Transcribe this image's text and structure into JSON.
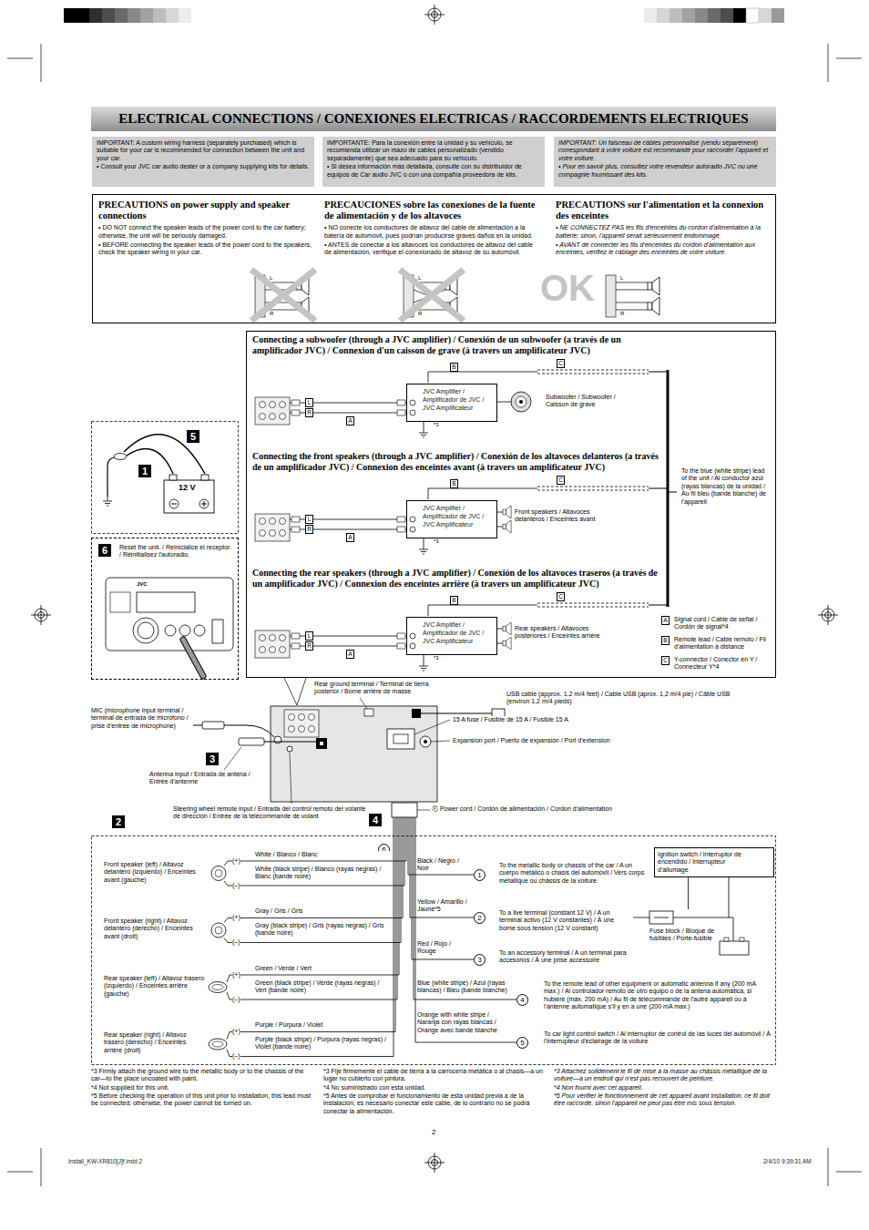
{
  "diagram": {
    "title": "ELECTRICAL CONNECTIONS / CONEXIONES ELECTRICAS / RACCORDEMENTS ELECTRIQUES",
    "nodes": [
      {
        "text": [
          "IMPORTANT: A custom wiring harness (separately purchased) which is suitable for your car is recommended for connection between the unit and your car.",
          "• Consult your JVC car audio dealer or a company supplying kits for details."
        ]
      },
      {
        "text": [
          "IMPORTANTE: Para la conexión entre la unidad y su vehículo, se recomienda utilizar un mazo de cables personalizado (vendido separadamente) que sea adecuado para su vehículo.",
          "• Si desea información más detallada, consulte con su distribuidor de equipos de Car audio JVC o con una compañía proveedora de kits."
        ]
      },
      {
        "text": [
          "IMPORTANT: Un faisceau de câbles personnalisé (vendu séparément) correspondant à votre voiture est recommandé pour raccorder l'appareil et votre voiture.",
          "• Pour en savoir plus, consultez votre revendeur autoradio JVC ou une compagnie fournissant des kits."
        ]
      },
      {
        "text": [
          "PRECAUTIONS on power supply and speaker connections",
          "• DO NOT connect the speaker leads of the power cord to the car battery; otherwise, the unit will be seriously damaged.",
          "• BEFORE connecting the speaker leads of the power cord to the speakers, check the speaker wiring in your car.",
          "PRECAUCIONES sobre las conexiones de la fuente de alimentación y de los altavoces",
          "• NO conecte los conductores de altavoz del cable de alimentación a la batería de automóvil, pues podrían producirse graves daños en la unidad.",
          "• ANTES de conectar a los altavoces los conductores de altavoz del cable de alimentación, verifique el conexionado de altavoz de su automóvil.",
          "PRECAUTIONS sur l'alimentation et la connexion des enceintes",
          "• NE CONNECTEZ PAS les fils d'enceintes du cordon d'alimentation à la batterie; sinon, l'appareil serait sérieusement endommagé.",
          "• AVANT de connecter les fils d'enceintes du cordon d'alimentation aux enceintes, vérifiez le câblage des enceintes de votre voiture."
        ]
      },
      {
        "text": [
          "Connecting a subwoofer (through a JVC amplifier) / Conexión de un subwoofer (a través de un amplificador JVC) / Connexion d'un caisson de grave (à travers un amplificateur JVC)",
          "Connecting the front speakers (through a JVC amplifier) / Conexión de los altavoces delanteros (a través de un amplificador JVC) / Connexion des enceintes avant (à travers un amplificateur JVC)",
          "Connecting the rear speakers (through a JVC amplifier) / Conexión de los altavoces traseros (a través de un amplificador JVC) / Connexion des enceintes arrière (à travers un amplificateur JVC)"
        ]
      },
      {
        "text": [
          "JVC Amplifier / Amplificador de JVC / JVC Amplificateur"
        ],
        "in": 4
      },
      {
        "text": [
          "JVC Amplifier / Amplificador de JVC / JVC Amplificateur"
        ],
        "in": 4
      },
      {
        "text": [
          "JVC Amplifier / Amplificador de JVC / JVC Amplificateur"
        ],
        "in": 4
      },
      {
        "text": [
          "Reset the unit. / Reinicialice el receptor. / Réinitialisez l'autoradio."
        ]
      },
      {
        "text": [
          "Ignition switch / Interruptor de encendido / Interrupteur d'allumage"
        ]
      },
      {
        "text": [
          "Fuse block / Bloque de fusibles / Porte-fusible"
        ]
      }
    ],
    "edges": [
      {
        "from": 9,
        "to": 10,
        "arrow": "none"
      }
    ],
    "labels": [
      "OK",
      "L",
      "R",
      "L",
      "R",
      "L",
      "R",
      "B",
      "C",
      "A",
      "*3",
      "Subwoofer / Subwoofer / Caisson de grave",
      "B",
      "C",
      "A",
      "*3",
      "Front speakers / Altavoces delanteros / Enceintes avant",
      "B",
      "C",
      "A",
      "*3",
      "Rear speakers / Altavoces posteriores / Enceintes arrière",
      "L",
      "R",
      "L",
      "R",
      "L",
      "R",
      "To the blue (white stripe) lead of the unit / Al conductor azul (rayas blancas) de la unidad / Au fil bleu (bande blanche) de l'appareil",
      "A",
      "B",
      "C",
      "5",
      "1",
      "12 V",
      "6",
      "JVC",
      "Rear ground terminal / Terminal de tierra posterior / Borne arrière de masse",
      "USB cable (approx. 1.2 m/4 feet) / Cable USB (aprox. 1,2 m/4 pie) / Câble USB (environ 1,2 m/4 pieds)",
      "15 A fuse / Fusible de 15 A / Fusible 15 A",
      "Expansion port / Puerto de expansión / Port d'extension",
      "MIC (microphone input terminal / terminal de entrada de micrófono / prise d'entrée de microphone)",
      "3",
      "Antenna input / Entrada de antena / Entrée d'antenne",
      "Steering wheel remote input / Entrada del control remoto del volante de dirección / Entrée de la télécommande de volant",
      "4",
      "Ⓕ Power cord / Cordón de alimentación / Cordon d'alimentation",
      "2",
      "6",
      "Front speaker (left) / Altavoz delantero (izquierdo) / Enceintes avant (gauche)",
      "Front speaker (right) / Altavoz delantero (derecho) / Enceintes avant (droit)",
      "Rear speaker (left) / Altavoz trasero (izquierdo) / Enceintes arrière (gauche)",
      "Rear speaker (right) / Altavoz trasero (derecho) / Enceintes arrière (droit)",
      "(+)",
      "(–)",
      "(+)",
      "(–)",
      "(+)",
      "(–)",
      "(+)",
      "(–)",
      "White / Blanco / Blanc",
      "White (black stripe) / Blanco (rayas negras) / Blanc (bande noire)",
      "Gray / Gris / Gris",
      "Gray (black stripe) / Gris (rayas negras) / Gris (bande noire)",
      "Green / Verde / Vert",
      "Green (black stripe) / Verde (rayas negras) / Vert (bande noire)",
      "Purple / Púrpura / Violet",
      "Purple (black stripe) / Púrpura (rayas negras) / Violet (bande noire)",
      "Black / Negro / Noir",
      "1",
      "To the metallic body or chassis of the car / A un cuerpo metálico o chasis del automóvil / Vers corps métallique ou châssis de la voiture",
      "Yellow / Amarillo / Jaune*5",
      "2",
      "To a live terminal (constant 12 V) / A un terminal activo (12 V constantes) / À une borne sous tension (12 V constant)",
      "Red / Rojo / Rouge",
      "3",
      "To an accessory terminal / A un terminal para accesorios / À une prise accessoire",
      "Blue (white stripe) / Azul (rayas blancas) / Bleu (bande blanche)",
      "4",
      "To the remote lead of other equipment or automatic antenna if any (200 mA max.) / Al controlador remoto de otro equipo o de la antena automática, si hubiere (máx. 200 mA) / Au fil de télécommande de l'autre appareil ou à l'antenne automatique s'il y en a une (200 mA max.)",
      "Orange with white stripe / Naranja con rayas blancas / Orange avec bande blanche",
      "5",
      "To car light control switch / Al interruptor de control de las luces del automóvil / À l'interrupteur d'éclairage de la voiture",
      "*3 Firmly attach the ground wire to the metallic body or to the chassis of the car—to the place uncoated with paint.",
      "*4 Not supplied for this unit.",
      "*5 Before checking the operation of this unit prior to installation, this lead must be connected; otherwise, the power cannot be turned on.",
      "*3 Fije firmemente el cable de tierra a la carrocería metálica o al chasis—a un lugar no cubierto con pintura.",
      "*4 No suministrado con esta unidad.",
      "*5 Antes de comprobar el funcionamiento de esta unidad previa a de la instalación, es necesario conectar este cable, de lo contrario no se podrá conectar la alimentación.",
      "*3 Attachez solidement le fil de mise à la masse au châssis métallique de la voiture—à un endroit qui n'est pas recouvert de peinture.",
      "*4 Non fourni avec cet appareil.",
      "*5 Pour vérifier le fonctionnement de cet appareil avant installation, ce fil doit être raccordé, sinon l'appareil ne peut pas être mis sous tension.",
      "2",
      "Install_KW-XR810[J]f.indd 2",
      "2/4/10 9:39:31 AM"
    ],
    "legend": [
      {
        "text": "Signal cord / Cable de señal / Cordón de signal*4"
      },
      {
        "text": "Remote lead / Cable remoto / Fil d'alimentation à distance"
      },
      {
        "text": "Y-connector / Conector en Y / Connecteur Y*4"
      }
    ]
  }
}
